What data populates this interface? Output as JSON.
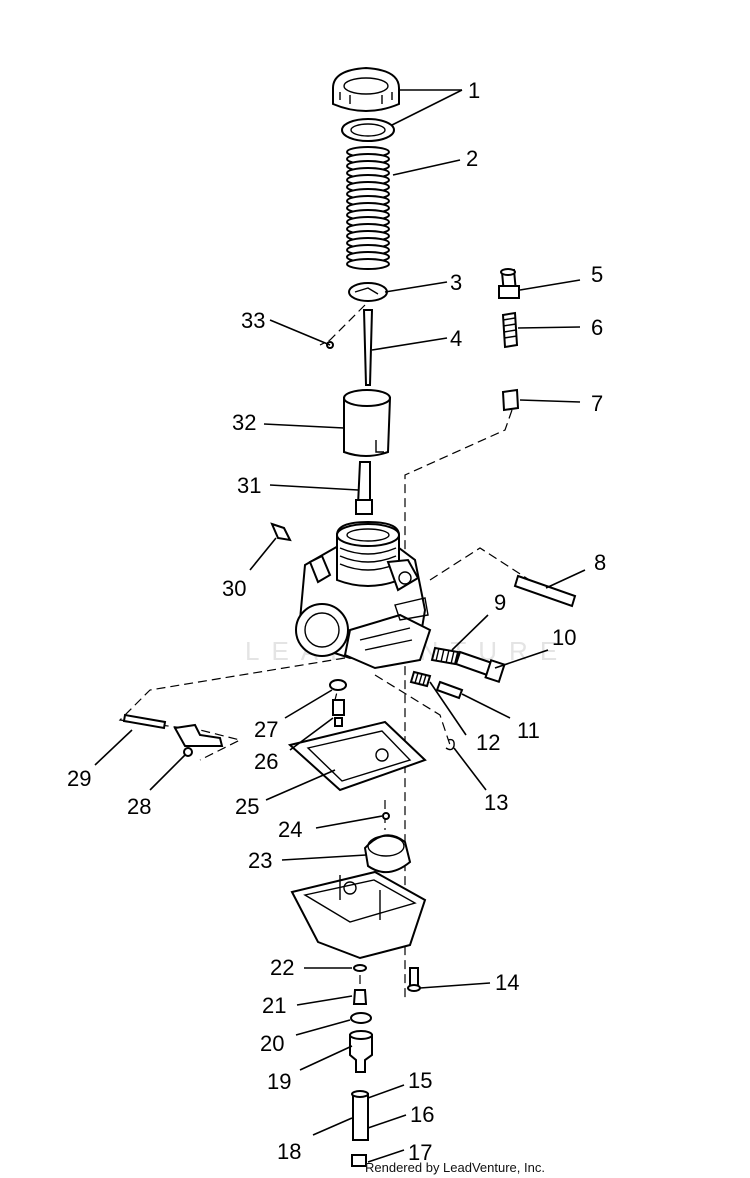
{
  "watermark": "LEADVENTURE",
  "footer": "Rendered by LeadVenture, Inc.",
  "callouts": [
    "1",
    "2",
    "3",
    "4",
    "5",
    "6",
    "7",
    "8",
    "9",
    "10",
    "11",
    "12",
    "13",
    "14",
    "15",
    "16",
    "17",
    "18",
    "19",
    "20",
    "21",
    "22",
    "23",
    "24",
    "25",
    "26",
    "27",
    "28",
    "29",
    "30",
    "31",
    "32",
    "33"
  ]
}
